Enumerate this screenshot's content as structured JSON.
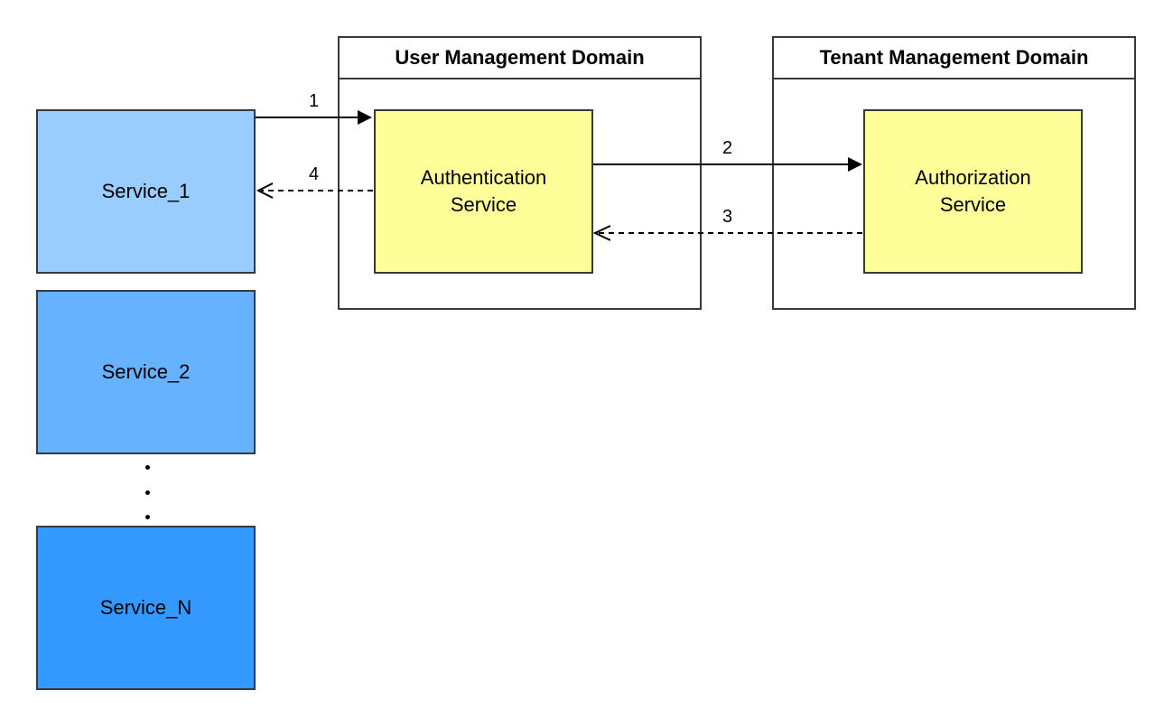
{
  "services": {
    "service_1": "Service_1",
    "service_2": "Service_2",
    "service_n": "Service_N",
    "ellipsis_icon": "vertical-ellipsis-icon"
  },
  "domains": {
    "user": {
      "title": "User Management Domain",
      "service": "Authentication\nService"
    },
    "tenant": {
      "title": "Tenant Management Domain",
      "service": "Authorization\nService"
    }
  },
  "flows": [
    {
      "step": "1",
      "from": "Service_1",
      "to": "Authentication Service",
      "style": "solid"
    },
    {
      "step": "2",
      "from": "Authentication Service",
      "to": "Authorization Service",
      "style": "solid"
    },
    {
      "step": "3",
      "from": "Authorization Service",
      "to": "Authentication Service",
      "style": "dashed"
    },
    {
      "step": "4",
      "from": "Authentication Service",
      "to": "Service_1",
      "style": "dashed"
    }
  ],
  "colors": {
    "service_1": "#99ccff",
    "service_2": "#66b2ff",
    "service_n": "#3399ff",
    "core_service": "#ffff99",
    "border": "#36393d"
  }
}
